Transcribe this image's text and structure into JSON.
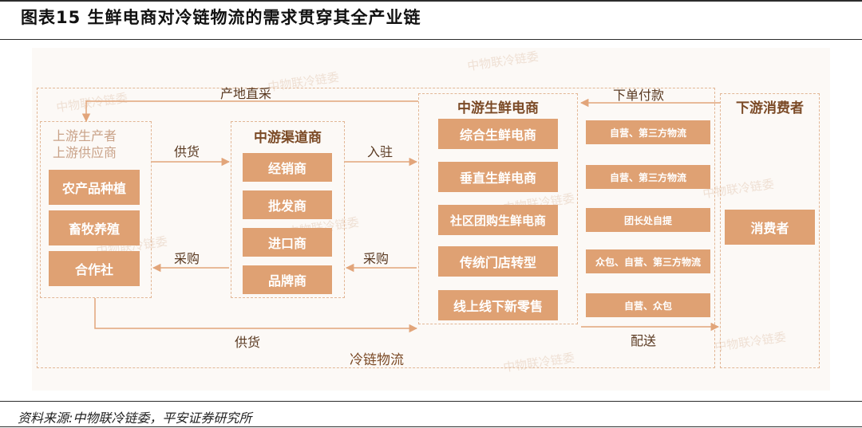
{
  "figure": {
    "title": "图表15    生鲜电商对冷链物流的需求贯穿其全产业链",
    "source": "资料来源:中物联冷链委，平安证券研究所"
  },
  "upstream": {
    "heading_line1": "上游生产者",
    "heading_line2": "上游供应商",
    "items": [
      "农产品种植",
      "畜牧养殖",
      "合作社"
    ]
  },
  "midstream_channel": {
    "heading": "中游渠道商",
    "items": [
      "经销商",
      "批发商",
      "进口商",
      "品牌商"
    ]
  },
  "midstream_ecommerce": {
    "heading": "中游生鲜电商",
    "items": [
      "综合生鲜电商",
      "垂直生鲜电商",
      "社区团购生鲜电商",
      "传统门店转型",
      "线上线下新零售"
    ]
  },
  "delivery": {
    "items": [
      "自营、第三方物流",
      "自营、第三方物流",
      "团长处自提",
      "众包、自营、第三方物流",
      "自营、众包"
    ]
  },
  "downstream": {
    "heading": "下游消费者",
    "consumer": "消费者"
  },
  "flows": {
    "direct_purchase": "产地直采",
    "supply_1": "供货",
    "settle_in": "入驻",
    "procure_1": "采购",
    "procure_2": "采购",
    "supply_2": "供货",
    "order_pay": "下单付款",
    "dispatch": "配送",
    "cold_chain": "冷链物流"
  },
  "watermark": "中物联冷链委",
  "colors": {
    "box_fill": "#dfa173",
    "border": "#e2b796",
    "heading": "#7b4a26",
    "panel_bg": "#fcf9f6"
  }
}
